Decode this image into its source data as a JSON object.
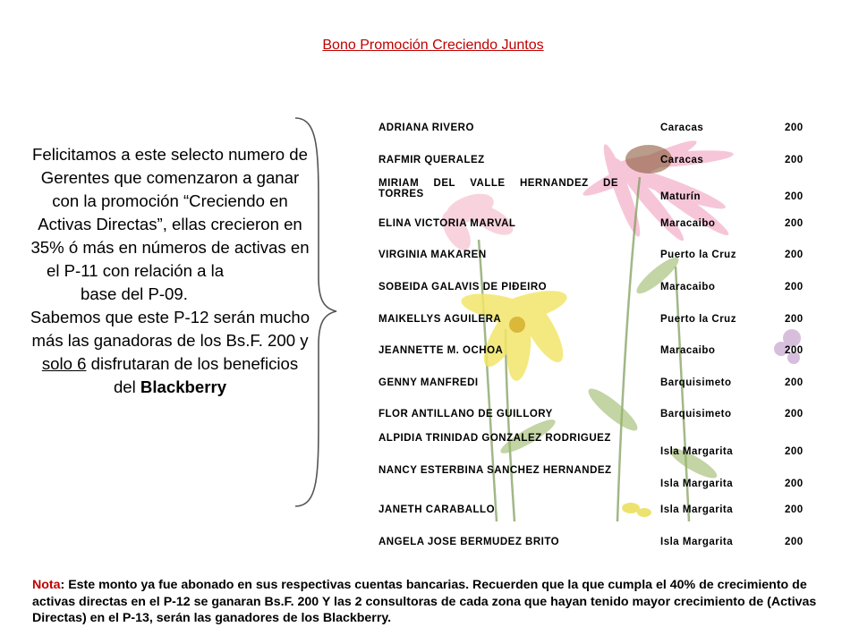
{
  "title": "Bono Promoción Creciendo Juntos",
  "intro": {
    "line1": "Felicitamos a este selecto numero de Gerentes que comenzaron a ganar con la promoción “Creciendo en Activas Directas”, ellas crecieron en 35% ó más en números de activas en",
    "line2": "el   P-11 con relación a la",
    "line3": "base del P-09.",
    "line4": "Sabemos que este P-12 serán mucho más las ganadoras de los Bs.F. 200 y",
    "solo": "solo 6",
    "line5": " disfrutaran de los beneficios del ",
    "brand": "Blackberry"
  },
  "rows": [
    {
      "name": "ADRIANA RIVERO",
      "city": "Caracas",
      "amount": "200"
    },
    {
      "name": "RAFMIR QUERALEZ",
      "city": "Caracas",
      "amount": "200"
    },
    {
      "name": "MIRIAM DEL VALLE HERNANDEZ DE TORRES",
      "city": "Maturín",
      "amount": "200"
    },
    {
      "name": "ELINA VICTORIA MARVAL",
      "city": "Maracaibo",
      "amount": "200"
    },
    {
      "name": "VIRGINIA MAKAREN",
      "city": "Puerto la Cruz",
      "amount": "200"
    },
    {
      "name": "SOBEIDA GALAVIS DE PIÐEIRO",
      "city": "Maracaibo",
      "amount": "200"
    },
    {
      "name": "MAIKELLYS AGUILERA",
      "city": "Puerto la Cruz",
      "amount": "200"
    },
    {
      "name": "JEANNETTE  M. OCHOA",
      "city": "Maracaibo",
      "amount": "200"
    },
    {
      "name": "GENNY MANFREDI",
      "city": "Barquisimeto",
      "amount": "200"
    },
    {
      "name": "FLOR ANTILLANO DE GUILLORY",
      "city": "Barquisimeto",
      "amount": "200"
    },
    {
      "name": "ALPIDIA TRINIDAD GONZALEZ RODRIGUEZ",
      "city": "Isla Margarita",
      "amount": "200"
    },
    {
      "name": "NANCY ESTERBINA SANCHEZ HERNANDEZ",
      "city": "Isla Margarita",
      "amount": "200"
    },
    {
      "name": "JANETH CARABALLO",
      "city": "Isla Margarita",
      "amount": "200"
    },
    {
      "name": "ANGELA JOSE BERMUDEZ BRITO",
      "city": "Isla Margarita",
      "amount": "200"
    }
  ],
  "note": {
    "label": "Nota",
    "text": ": Este monto ya fue abonado en sus respectivas cuentas bancarias. Recuerden que la que cumpla el 40% de crecimiento de activas directas en el P-12 se ganaran Bs.F. 200 Y las 2 consultoras de cada zona que hayan tenido mayor crecimiento de (Activas Directas) en el P-13, serán las ganadores de los Blackberry."
  },
  "colors": {
    "title": "#c00000",
    "note_label": "#c00000"
  }
}
